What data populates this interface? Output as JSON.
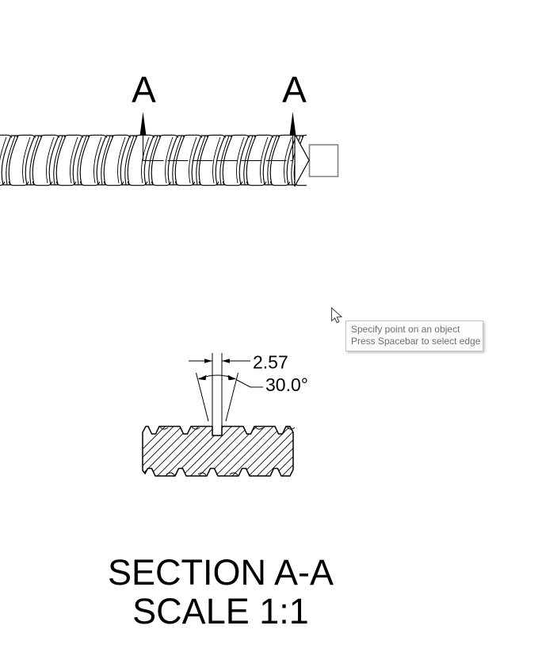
{
  "canvas": {
    "background": "#ffffff",
    "line_color": "#000000",
    "shank_color": "#808080"
  },
  "top_view": {
    "section_label_left": "A",
    "section_label_right": "A"
  },
  "section_view": {
    "dim_width": "2.57",
    "dim_angle": "30.0°",
    "title_line1": "SECTION A-A",
    "title_line2": "SCALE 1:1"
  },
  "tooltip": {
    "line1": "Specify point on an object",
    "line2": "Press Spacebar to select edge",
    "text_color": "#6e6e6e",
    "border_color": "#c5c5c5",
    "background": "#fdfdfd"
  },
  "cursor": {
    "icon": "arrow-pointer"
  }
}
